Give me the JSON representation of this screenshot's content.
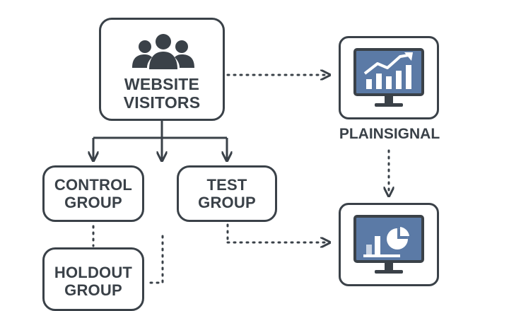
{
  "nodes": {
    "visitors": {
      "line1": "WEBSITE",
      "line2": "VISITORS",
      "icon": "users-icon"
    },
    "control": {
      "line1": "CONTROL",
      "line2": "GROUP"
    },
    "test": {
      "line1": "TEST",
      "line2": "GROUP"
    },
    "holdout": {
      "line1": "HOLDOUT",
      "line2": "GROUP"
    },
    "analytics_top": {
      "icon": "line-chart-monitor-icon"
    },
    "analytics_bottom": {
      "icon": "bar-pie-chart-monitor-icon"
    }
  },
  "brand": {
    "name": "PLAINSIGNAL"
  },
  "colors": {
    "stroke": "#3a4148",
    "screen": "#5b7aa6",
    "bars": "#ffffff"
  }
}
